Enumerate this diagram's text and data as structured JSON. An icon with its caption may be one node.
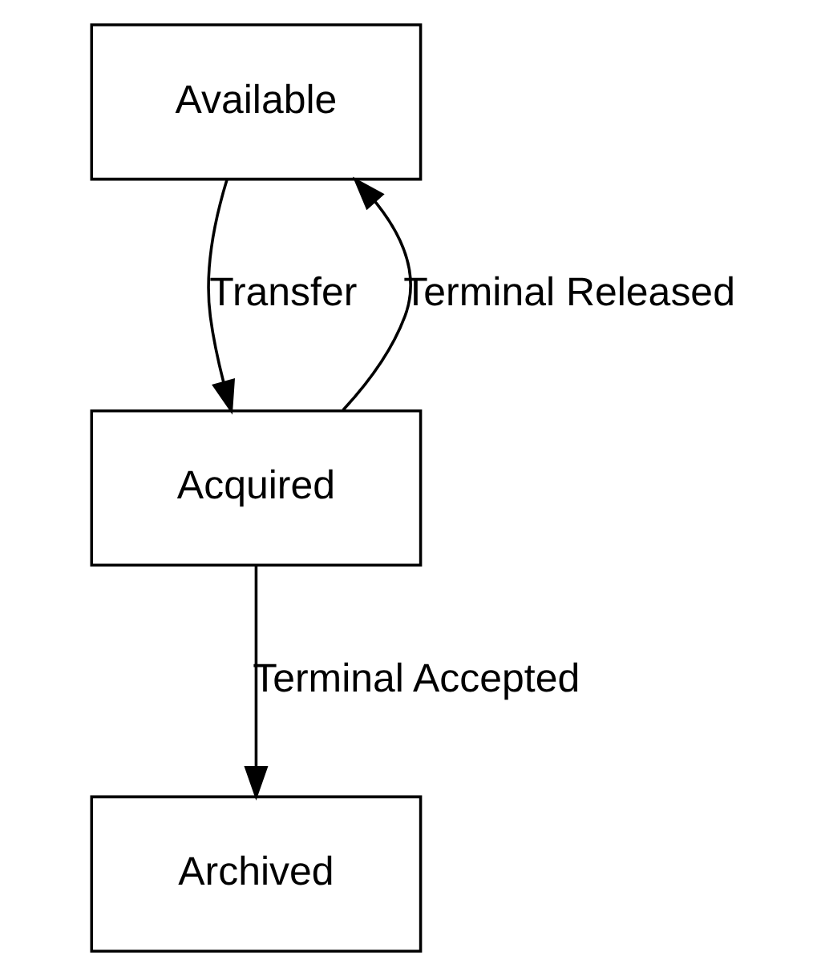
{
  "diagram": {
    "nodes": [
      {
        "text": [
          "Available"
        ]
      },
      {
        "text": [
          "Acquired"
        ]
      },
      {
        "text": [
          "Archived"
        ]
      }
    ],
    "edges": [
      {
        "from": 0,
        "to": 1,
        "arrow": "to",
        "label": "Transfer"
      },
      {
        "from": 1,
        "to": 0,
        "arrow": "to",
        "label": "Terminal Released"
      },
      {
        "from": 1,
        "to": 2,
        "arrow": "to",
        "label": "Terminal Accepted"
      }
    ]
  }
}
